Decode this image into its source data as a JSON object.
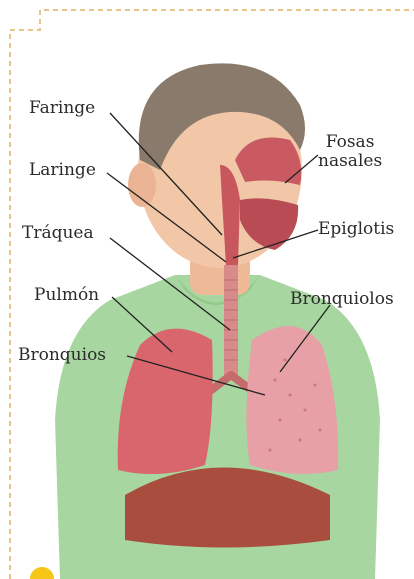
{
  "labels": {
    "faringe": "Faringe",
    "laringe": "Laringe",
    "traquea": "Tráquea",
    "pulmon": "Pulmón",
    "bronquios": "Bronquios",
    "fosas": "Fosas\nnasales",
    "epiglotis": "Epiglotis",
    "bronquiolos": "Bronquiolos"
  },
  "colors": {
    "border": "#e5c58a",
    "shirt": "#a8d6a0",
    "skin": "#f2c7a7",
    "hair": "#8a7a6c",
    "lung_left": "#d9666c",
    "lung_right": "#e7a1a6",
    "airway": "#c8575d",
    "diaphragm": "#a94e3e",
    "marker": "#f5c518"
  }
}
